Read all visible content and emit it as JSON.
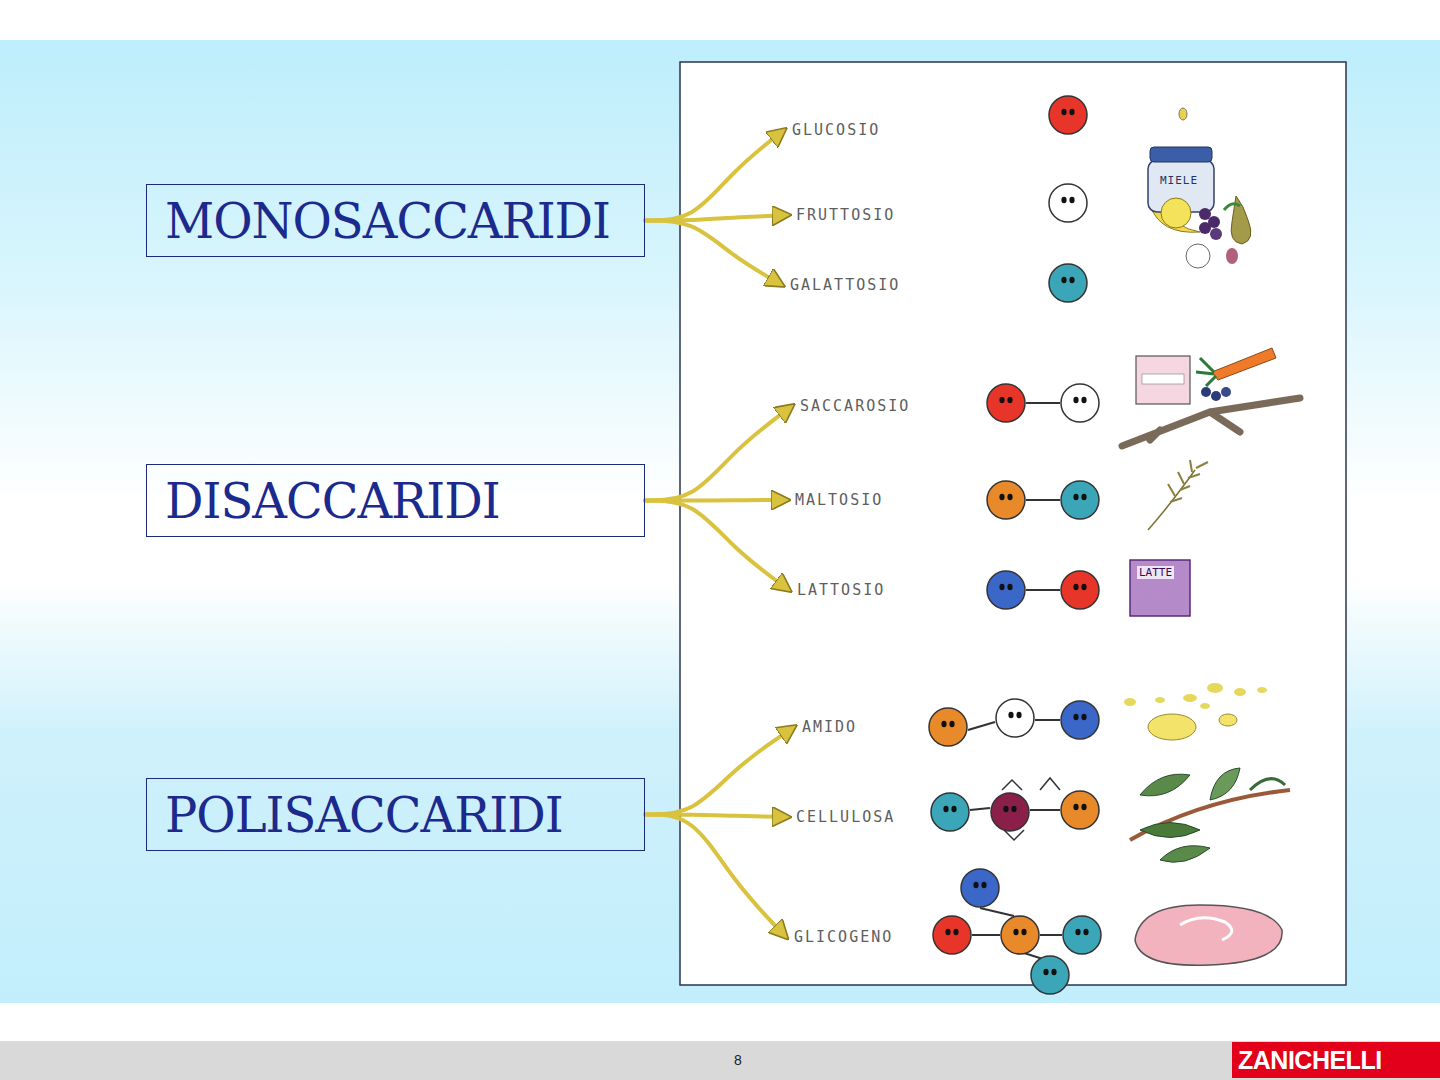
{
  "diagram": {
    "nodes": [
      {
        "text": [
          "MONOSACCARIDI"
        ]
      },
      {
        "text": [
          "DISACCARIDI"
        ]
      },
      {
        "text": [
          "POLISACCARIDI"
        ]
      },
      {
        "text": [
          "GLUCOSIO"
        ]
      },
      {
        "text": [
          "FRUTTOSIO"
        ]
      },
      {
        "text": [
          "GALATTOSIO"
        ]
      },
      {
        "text": [
          "SACCAROSIO"
        ]
      },
      {
        "text": [
          "MALTOSIO"
        ]
      },
      {
        "text": [
          "LATTOSIO"
        ]
      },
      {
        "text": [
          "AMIDO"
        ]
      },
      {
        "text": [
          "CELLULOSA"
        ]
      },
      {
        "text": [
          "GLICOGENO"
        ]
      }
    ],
    "edges": [
      {
        "from": 0,
        "to": 3,
        "arrow": "to"
      },
      {
        "from": 0,
        "to": 4,
        "arrow": "to"
      },
      {
        "from": 0,
        "to": 5,
        "arrow": "to"
      },
      {
        "from": 1,
        "to": 6,
        "arrow": "to"
      },
      {
        "from": 1,
        "to": 7,
        "arrow": "to"
      },
      {
        "from": 1,
        "to": 8,
        "arrow": "to"
      },
      {
        "from": 2,
        "to": 9,
        "arrow": "to"
      },
      {
        "from": 2,
        "to": 10,
        "arrow": "to"
      },
      {
        "from": 2,
        "to": 11,
        "arrow": "to"
      }
    ],
    "labels": [
      "MIELE",
      "LATTE",
      "8",
      "ZANICHELLI"
    ]
  }
}
